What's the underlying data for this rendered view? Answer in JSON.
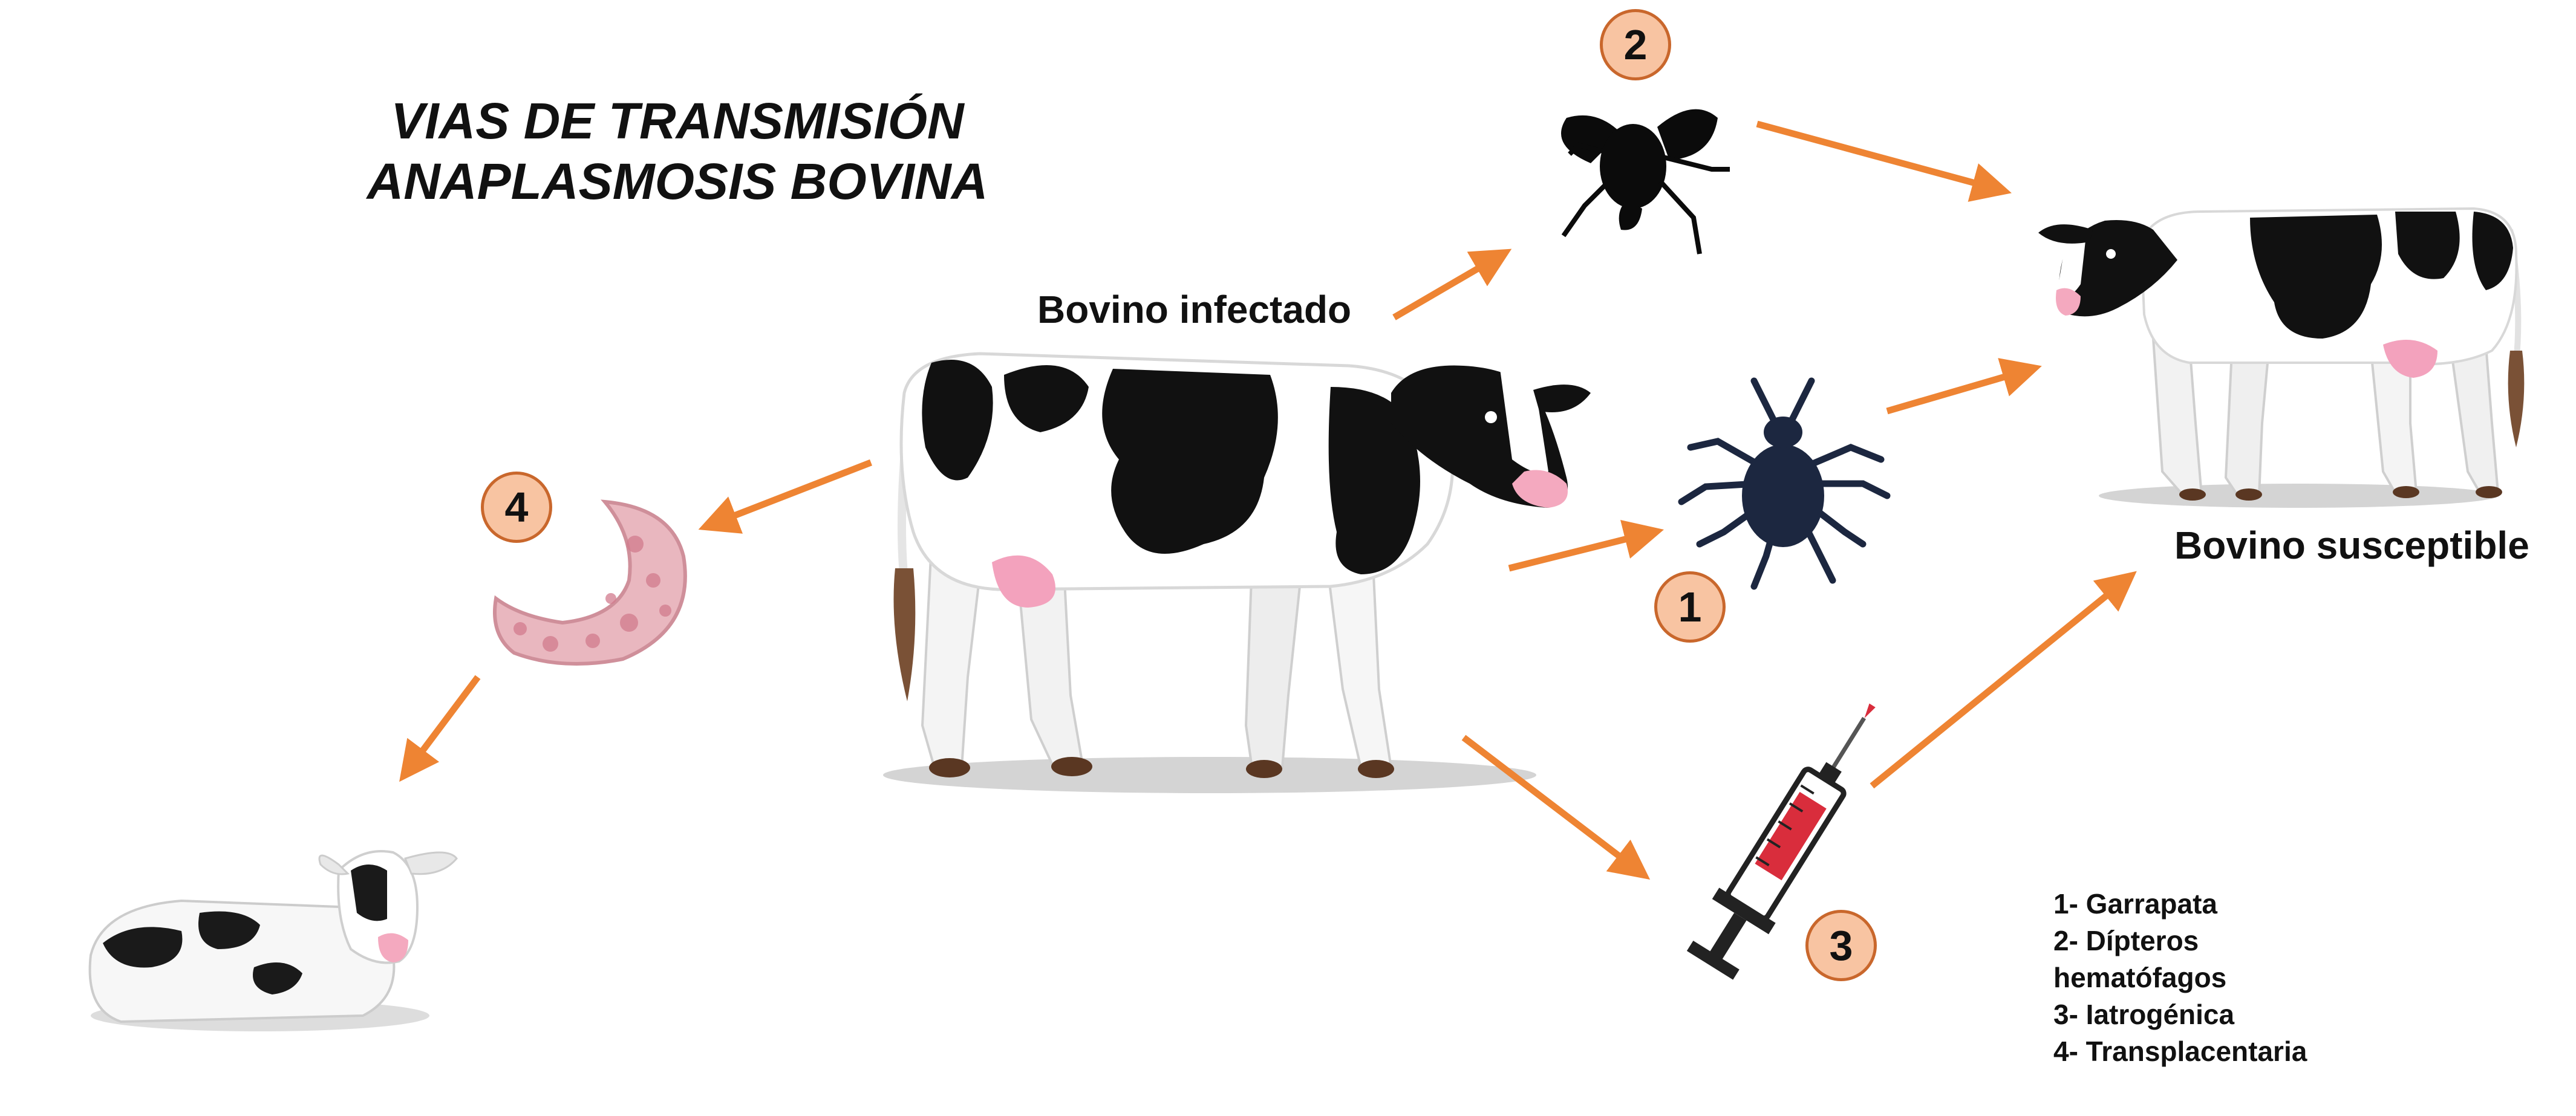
{
  "title": {
    "line1": "VIAS DE TRANSMISIÓN",
    "line2": "ANAPLASMOSIS BOVINA"
  },
  "labels": {
    "infected": "Bovino infectado",
    "susceptible": "Bovino susceptible"
  },
  "badges": {
    "b1": "1",
    "b2": "2",
    "b3": "3",
    "b4": "4"
  },
  "legend": {
    "l1": "1- Garrapata",
    "l2": "2- Dípteros",
    "l3": "hematófagos",
    "l4": "3- Iatrogénica",
    "l5": "4- Transplacentaria"
  },
  "colors": {
    "arrow": "#ee8433",
    "badge_fill": "#f8c4a2",
    "badge_border": "#c9672c",
    "tick": "#1c2740",
    "udder": "#f3a2bd"
  },
  "icons": [
    "cow-icon",
    "fly-icon",
    "tick-icon",
    "syringe-icon",
    "placenta-icon",
    "calf-icon"
  ]
}
